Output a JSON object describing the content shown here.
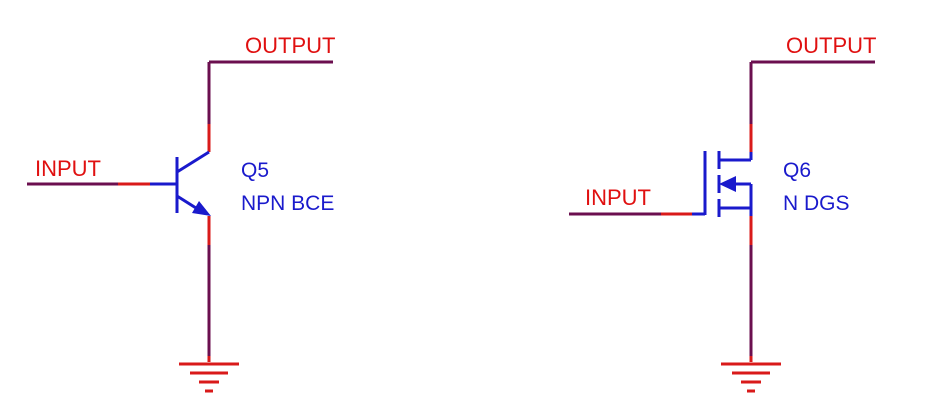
{
  "colors": {
    "wire": "#6b0f4f",
    "pin": "#d91a1a",
    "component": "#1a1acc",
    "net_label": "#e01010",
    "part_label": "#1a1acc",
    "background": "#ffffff"
  },
  "left_circuit": {
    "input_label": "INPUT",
    "output_label": "OUTPUT",
    "designator": "Q5",
    "part_type": "NPN BCE",
    "symbol": "npn-transistor",
    "ground_symbol": "ground-icon"
  },
  "right_circuit": {
    "input_label": "INPUT",
    "output_label": "OUTPUT",
    "designator": "Q6",
    "part_type": "N DGS",
    "symbol": "n-channel-mosfet",
    "ground_symbol": "ground-icon"
  }
}
